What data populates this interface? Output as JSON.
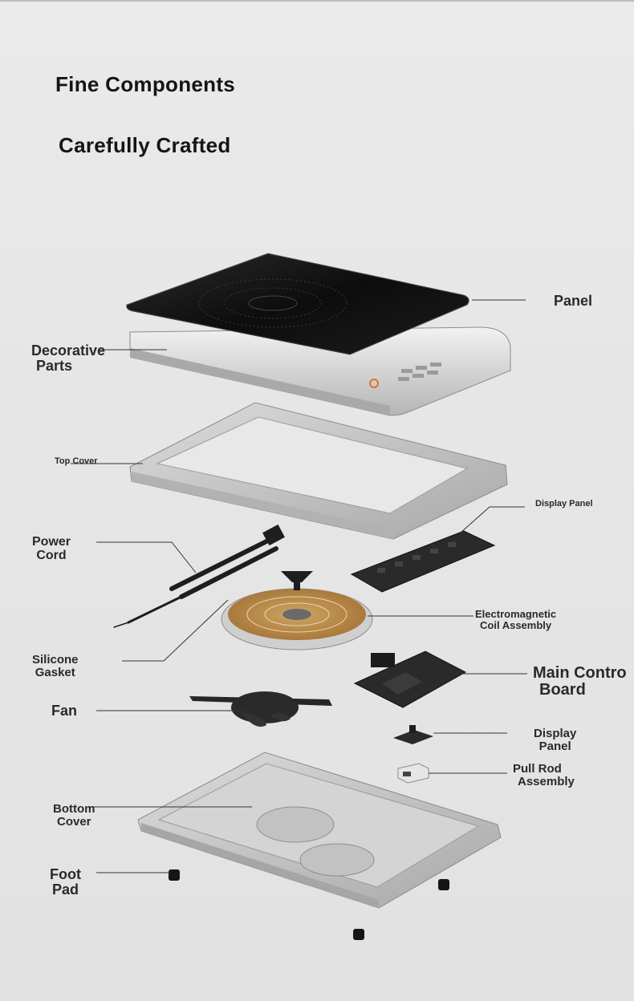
{
  "headline": {
    "line1": "Fine Components",
    "line2": "Carefully Crafted"
  },
  "labels": {
    "panel": "Panel",
    "decorative_parts": [
      "Decorative",
      "Parts"
    ],
    "top_cover": "Top Cover",
    "display_panel_top": "Display Panel",
    "power_cord": [
      "Power",
      "Cord"
    ],
    "electromagnetic_coil": [
      "Electromagnetic",
      "Coil Assembly"
    ],
    "silicone_gasket": [
      "Silicone",
      "Gasket"
    ],
    "main_control_board": [
      "Main Contro",
      "Board"
    ],
    "fan": "Fan",
    "display_panel_lower": [
      "Display",
      "Panel"
    ],
    "pull_rod": [
      "Pull Rod",
      "Assembly"
    ],
    "bottom_cover": [
      "Bottom",
      "Cover"
    ],
    "foot_pad": [
      "Foot",
      "Pad"
    ]
  },
  "colors": {
    "glass": "#141414",
    "metal": "#c9c9c9",
    "copper": "#b88a4a",
    "accent_orange": "#e0702a",
    "leader": "#333333"
  }
}
